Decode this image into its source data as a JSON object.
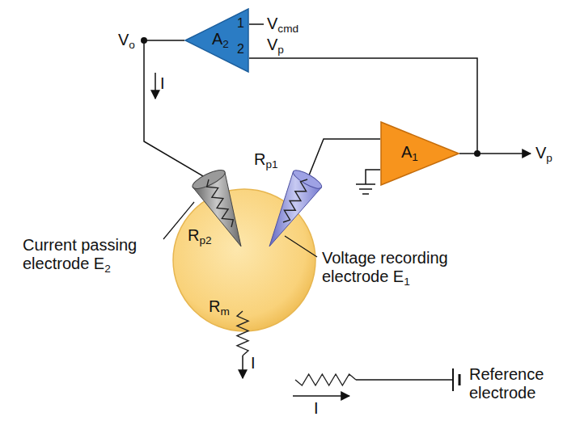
{
  "diagram": {
    "nodes": [
      {
        "text": [
          "A2"
        ]
      },
      {
        "text": [
          "A1"
        ]
      }
    ],
    "edges": [
      {
        "from": 1,
        "to": 0,
        "arrow": "none"
      }
    ],
    "labels": [
      "Vo",
      "I",
      "1",
      "2",
      "Vcmd",
      "Vp",
      "Vp",
      "Rp2",
      "Rp1",
      "Current passing electrode E2",
      "Voltage recording electrode E1",
      "Rm",
      "I",
      "I",
      "Reference electrode"
    ]
  }
}
